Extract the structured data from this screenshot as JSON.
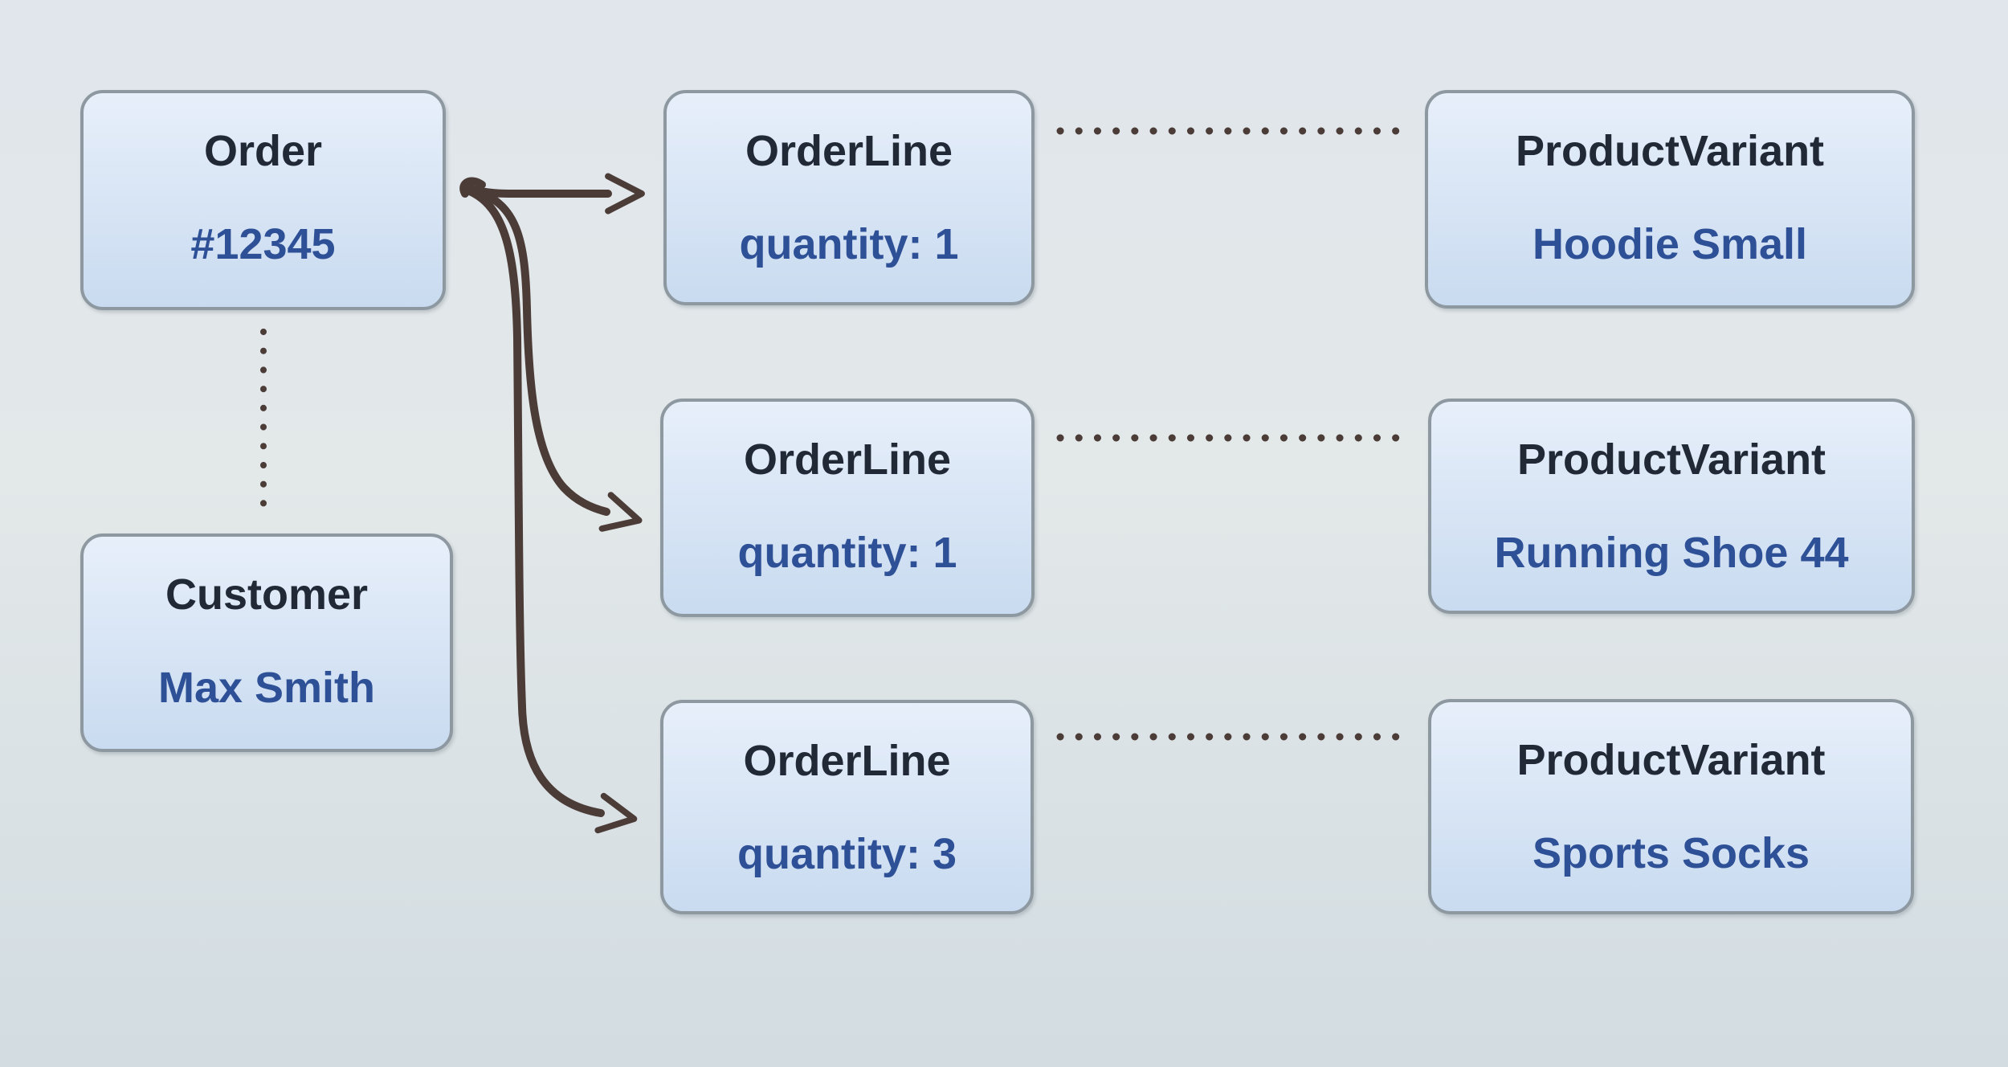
{
  "diagram": {
    "nodes": {
      "order": {
        "title": "Order",
        "value": "#12345"
      },
      "customer": {
        "title": "Customer",
        "value": "Max Smith"
      },
      "order_lines": [
        {
          "title": "OrderLine",
          "value": "quantity: 1"
        },
        {
          "title": "OrderLine",
          "value": "quantity: 1"
        },
        {
          "title": "OrderLine",
          "value": "quantity: 3"
        }
      ],
      "product_variants": [
        {
          "title": "ProductVariant",
          "value": "Hoodie Small"
        },
        {
          "title": "ProductVariant",
          "value": "Running Shoe 44"
        },
        {
          "title": "ProductVariant",
          "value": "Sports Socks"
        }
      ]
    },
    "colors": {
      "background_top": "#e0e6ec",
      "background_mid": "#e3e8e9",
      "background_bottom": "#d2dce1",
      "node_fill_top": "#e7effa",
      "node_fill_bottom": "#c9dbf0",
      "node_border": "#8d98a1",
      "title_text": "#212937",
      "value_text": "#2e5096",
      "connector": "#4b3c38"
    }
  }
}
